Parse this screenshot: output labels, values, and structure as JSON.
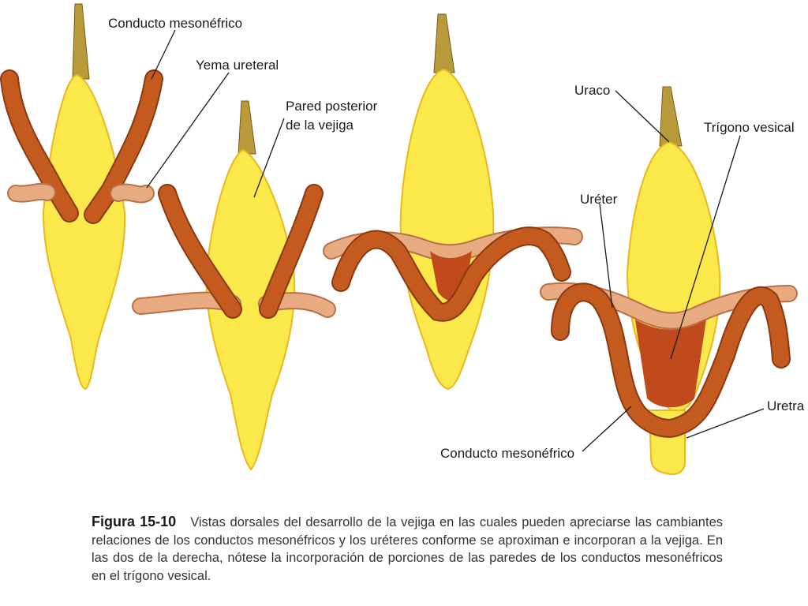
{
  "figure": {
    "labels": {
      "conducto_mesonefrico_top": "Conducto mesonéfrico",
      "yema_ureteral": "Yema ureteral",
      "pared_posterior_line1": "Pared posterior",
      "pared_posterior_line2": "de la vejiga",
      "uraco": "Uraco",
      "trigono_vesical": "Trígono vesical",
      "ureter": "Uréter",
      "uretra": "Uretra",
      "conducto_mesonefrico_bottom": "Conducto mesonéfrico"
    },
    "colors": {
      "bladder": "#fbe84a",
      "mesonephric_duct": "#c45a1e",
      "ureter": "#e8aa80",
      "trigone": "#c04a1c",
      "urachus": "#b89a3a"
    }
  },
  "caption": {
    "figure_number": "Figura 15-10",
    "text": "Vistas dorsales del desarrollo de la vejiga en las cuales pueden apreciarse las cambiantes relaciones de los conductos mesonéfricos y los uréteres conforme se aproximan e incorporan a la vejiga. En las dos de la derecha, nótese la incorporación de porciones de las paredes de los conductos mesonéfricos en el trígono vesical."
  }
}
